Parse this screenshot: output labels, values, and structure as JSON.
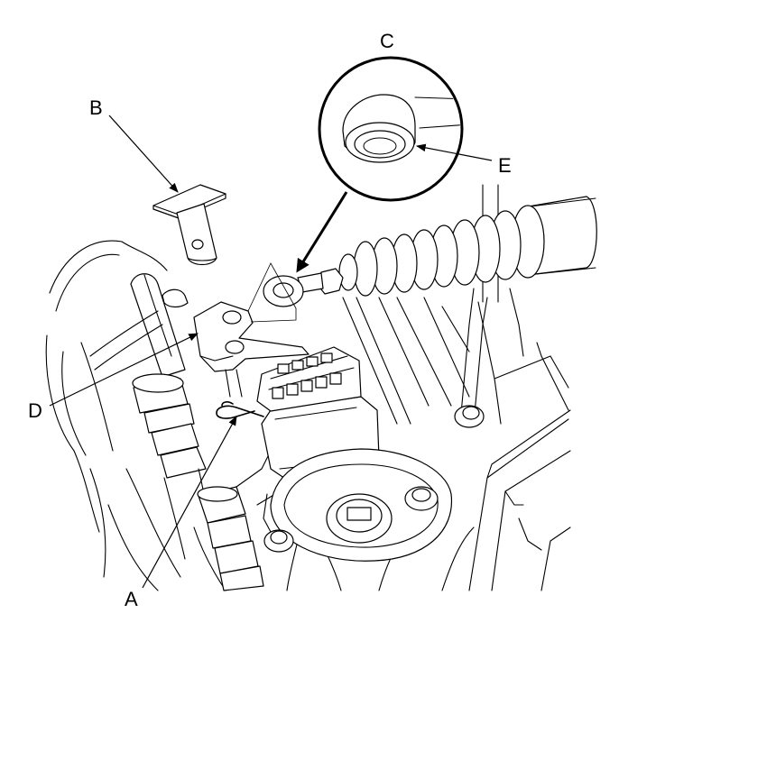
{
  "callouts": {
    "A": "A",
    "B": "B",
    "C": "C",
    "D": "D",
    "E": "E"
  }
}
